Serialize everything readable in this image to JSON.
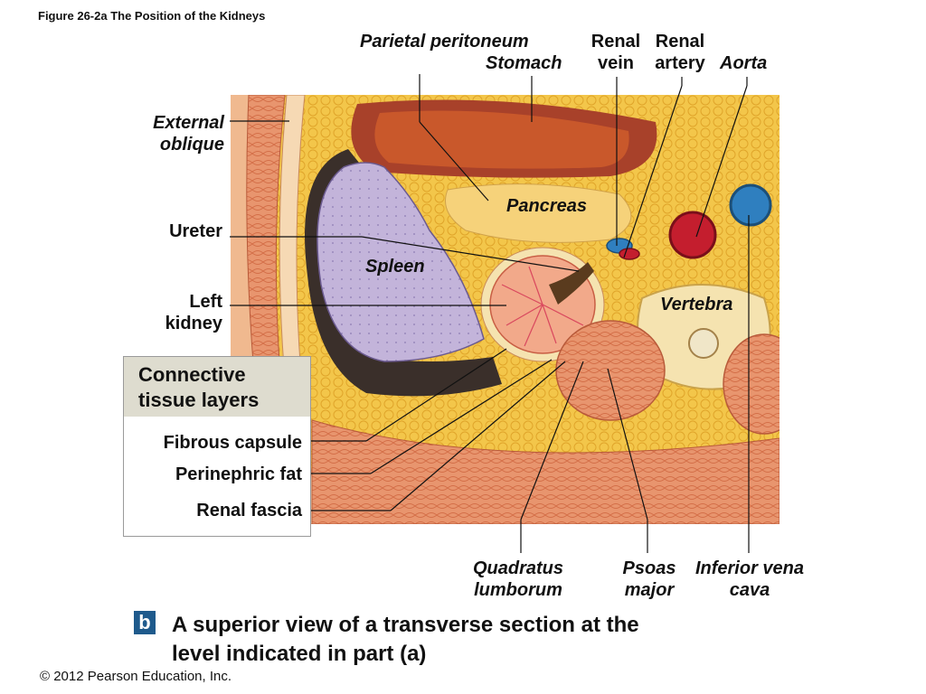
{
  "figure_title": "Figure 26-2a  The Position of the Kidneys",
  "labels": {
    "parietal_peritoneum": "Parietal peritoneum",
    "stomach": "Stomach",
    "renal_vein": "Renal vein",
    "renal_artery": "Renal artery",
    "aorta": "Aorta",
    "external_oblique": "External oblique",
    "pancreas": "Pancreas",
    "ureter": "Ureter",
    "spleen": "Spleen",
    "left_kidney": "Left kidney",
    "vertebra": "Vertebra",
    "quadratus_lumborum": "Quadratus lumborum",
    "psoas_major": "Psoas major",
    "inferior_vena_cava": "Inferior vena cava"
  },
  "connective_tissue": {
    "heading": "Connective tissue layers",
    "items": [
      "Fibrous capsule",
      "Perinephric fat",
      "Renal fascia"
    ]
  },
  "part_badge": "b",
  "caption": "A superior view of a transverse section at the level indicated in part (a)",
  "copyright": "© 2012 Pearson Education, Inc.",
  "colors": {
    "fat": "#f3c64a",
    "muscle": "#e8956e",
    "spleen": "#c3b4da",
    "stomach": "#c9582b",
    "kidney": "#f2a98a",
    "artery": "#c41e2e",
    "vein": "#2f7fbf",
    "bone": "#f5e3b0",
    "badge": "#1e5a8c"
  }
}
